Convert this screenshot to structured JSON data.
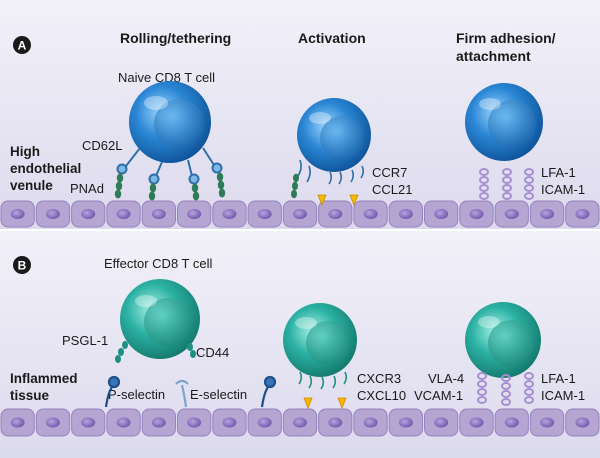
{
  "panel_a": {
    "badge": "A",
    "step_rolling": "Rolling/tethering",
    "step_activation": "Activation",
    "step_adhesion_line1": "Firm adhesion/",
    "step_adhesion_line2": "attachment",
    "cell_title": "Naive CD8 T cell",
    "tissue_line1": "High",
    "tissue_line2": "endothelial",
    "tissue_line3": "venule",
    "cd62l": "CD62L",
    "pnad": "PNAd",
    "ccr7": "CCR7",
    "ccl21": "CCL21",
    "lfa1": "LFA-1",
    "icam1": "ICAM-1"
  },
  "panel_b": {
    "badge": "B",
    "cell_title": "Effector CD8 T cell",
    "tissue_line1": "Inflammed",
    "tissue_line2": "tissue",
    "psgl1": "PSGL-1",
    "cd44": "CD44",
    "p_selectin": "P-selectin",
    "e_selectin": "E-selectin",
    "cxcr3": "CXCR3",
    "cxcl10": "CXCL10",
    "vla4": "VLA-4",
    "vcam1": "VCAM-1",
    "lfa1": "LFA-1",
    "icam1": "ICAM-1"
  },
  "colors": {
    "background": "#e7e6f3",
    "endothelium": "#b4a5d3",
    "nucleus": "#7e63b0",
    "naive_cell": "#1f78c8",
    "effector_cell": "#25a99c",
    "chemokine": "#f5b800"
  }
}
